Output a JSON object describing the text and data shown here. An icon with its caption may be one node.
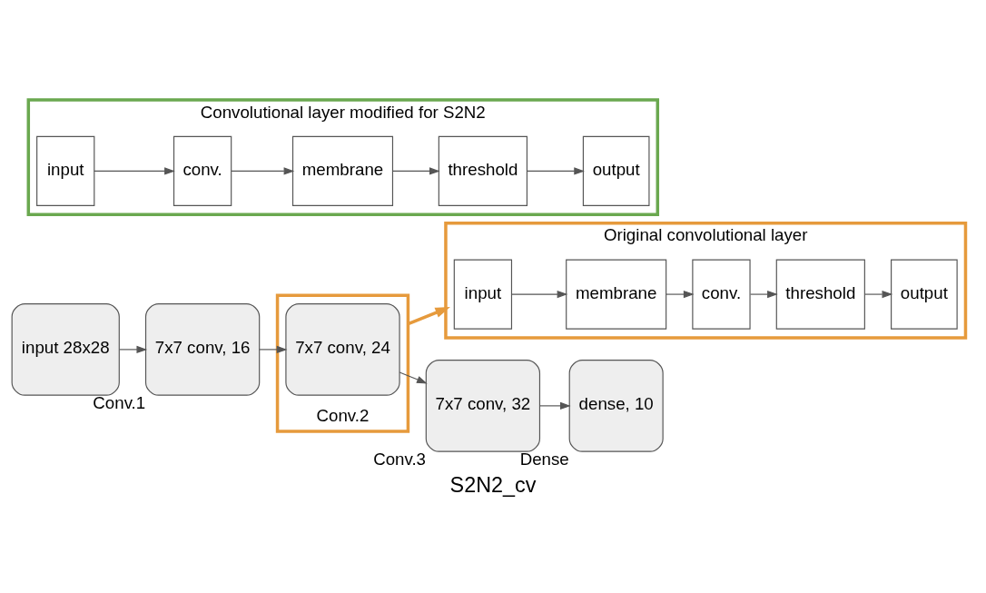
{
  "diagram": {
    "caption": "S2N2_cv",
    "nodes": [
      {
        "text": [
          "input 28x28"
        ]
      },
      {
        "text": [
          "7x7 conv, 16"
        ],
        "beside": [
          "Conv.1"
        ]
      },
      {
        "text": [],
        "shape": "box",
        "beside": [
          "Conv.2"
        ]
      },
      {
        "text": [
          "7x7 conv, 24"
        ],
        "in": 2
      },
      {
        "text": [
          "7x7 conv, 32"
        ],
        "beside": [
          "Conv.3"
        ]
      },
      {
        "text": [
          "dense, 10"
        ],
        "beside": [
          "Dense"
        ]
      },
      {
        "text": [
          "Original convolutional layer"
        ]
      },
      {
        "text": [
          "input"
        ],
        "in": 6
      },
      {
        "text": [
          "membrane"
        ],
        "in": 6
      },
      {
        "text": [
          "conv."
        ],
        "in": 6
      },
      {
        "text": [
          "threshold"
        ],
        "in": 6
      },
      {
        "text": [
          "output"
        ],
        "in": 6
      },
      {
        "text": [
          "Convolutional layer modified for S2N2"
        ]
      },
      {
        "text": [
          "input"
        ],
        "in": 12
      },
      {
        "text": [
          "conv."
        ],
        "in": 12
      },
      {
        "text": [
          "membrane"
        ],
        "in": 12
      },
      {
        "text": [
          "threshold"
        ],
        "in": 12
      },
      {
        "text": [
          "output"
        ],
        "in": 12
      }
    ],
    "edges": [
      {
        "from": 0,
        "to": 1,
        "arrow": "to"
      },
      {
        "from": 1,
        "to": 3,
        "arrow": "to"
      },
      {
        "from": 3,
        "to": 4,
        "arrow": "to"
      },
      {
        "from": 4,
        "to": 5,
        "arrow": "to"
      },
      {
        "from": 2,
        "to": 6,
        "arrow": "to",
        "style": "thick",
        "color": "#e69a3c"
      },
      {
        "from": 7,
        "to": 8,
        "arrow": "to"
      },
      {
        "from": 8,
        "to": 9,
        "arrow": "to"
      },
      {
        "from": 9,
        "to": 10,
        "arrow": "to"
      },
      {
        "from": 10,
        "to": 11,
        "arrow": "to"
      },
      {
        "from": 13,
        "to": 14,
        "arrow": "to"
      },
      {
        "from": 14,
        "to": 15,
        "arrow": "to"
      },
      {
        "from": 15,
        "to": 16,
        "arrow": "to"
      },
      {
        "from": 16,
        "to": 17,
        "arrow": "to"
      }
    ]
  }
}
